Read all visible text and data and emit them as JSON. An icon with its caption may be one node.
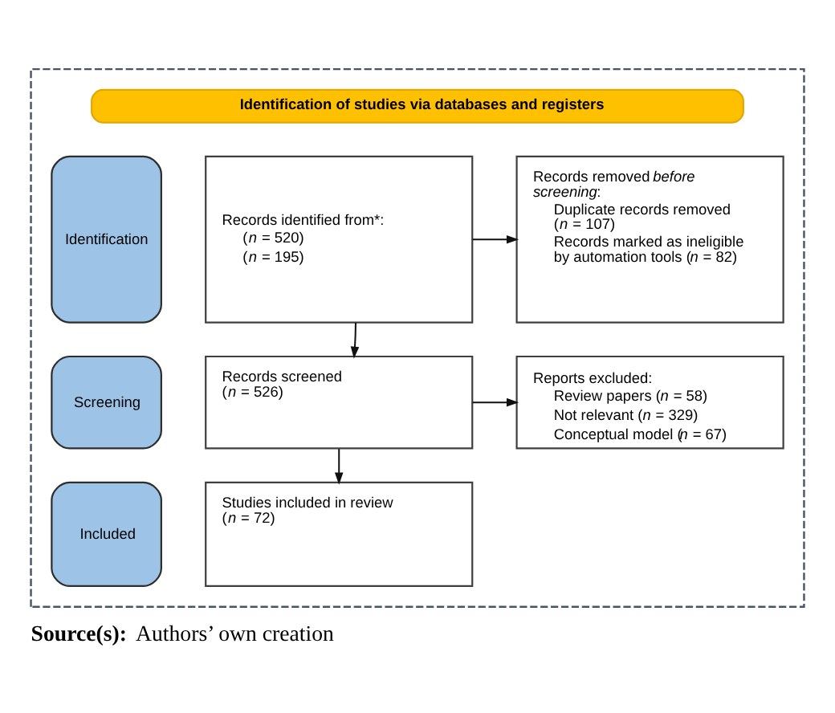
{
  "diagram": {
    "caption": "**Source(s):** Authors’ own creation",
    "nodes": [
      {
        "text": [],
        "shape": "box"
      },
      {
        "text": [
          "Identification of studies via databases and registers"
        ],
        "in": 0
      },
      {
        "text": [
          "Identification"
        ],
        "in": 0
      },
      {
        "text": [
          "Records identified from*:",
          "(*n* = 520)",
          "(*n* = 195)"
        ],
        "in": 0
      },
      {
        "text": [
          "Records removed *before screening*:",
          "Duplicate records removed (*n* = 107)",
          "Records marked as ineligible by automation tools (*n* = 82)"
        ],
        "in": 0
      },
      {
        "text": [
          "Screening"
        ],
        "in": 0
      },
      {
        "text": [
          "Records screened (*n* = 526)"
        ],
        "in": 0
      },
      {
        "text": [
          "Reports excluded:",
          "Review papers (*n* = 58)",
          "Not relevant (*n* = 329)",
          "Conceptual model (*n* = 67)"
        ],
        "in": 0
      },
      {
        "text": [
          "Included"
        ],
        "in": 0
      },
      {
        "text": [
          "Studies included in review (*n* = 72)"
        ],
        "in": 0
      }
    ],
    "edges": [
      {
        "from": 3,
        "to": 4,
        "arrow": "to"
      },
      {
        "from": 3,
        "to": 6,
        "arrow": "to"
      },
      {
        "from": 6,
        "to": 7,
        "arrow": "to"
      },
      {
        "from": 6,
        "to": 9,
        "arrow": "to"
      }
    ]
  }
}
